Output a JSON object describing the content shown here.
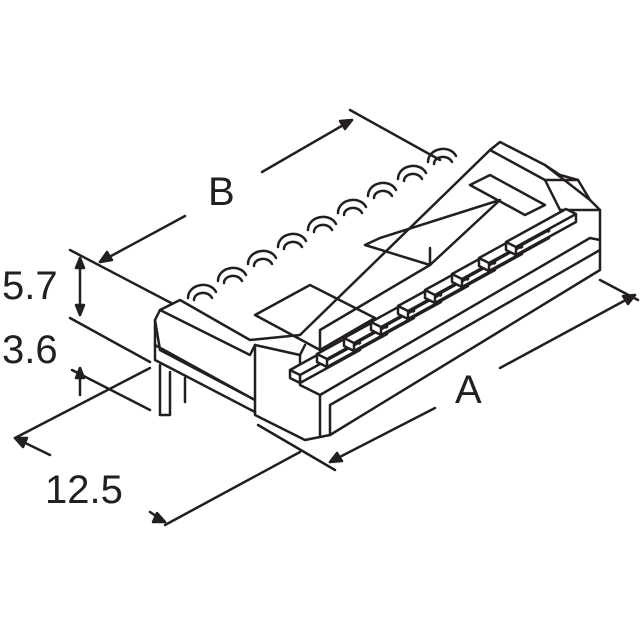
{
  "dimensions": {
    "b_label": "B",
    "height_upper": "5.7",
    "height_lower": "3.6",
    "a_label": "A",
    "depth": "12.5"
  },
  "colors": {
    "line": "#231f20",
    "background": "#ffffff"
  }
}
